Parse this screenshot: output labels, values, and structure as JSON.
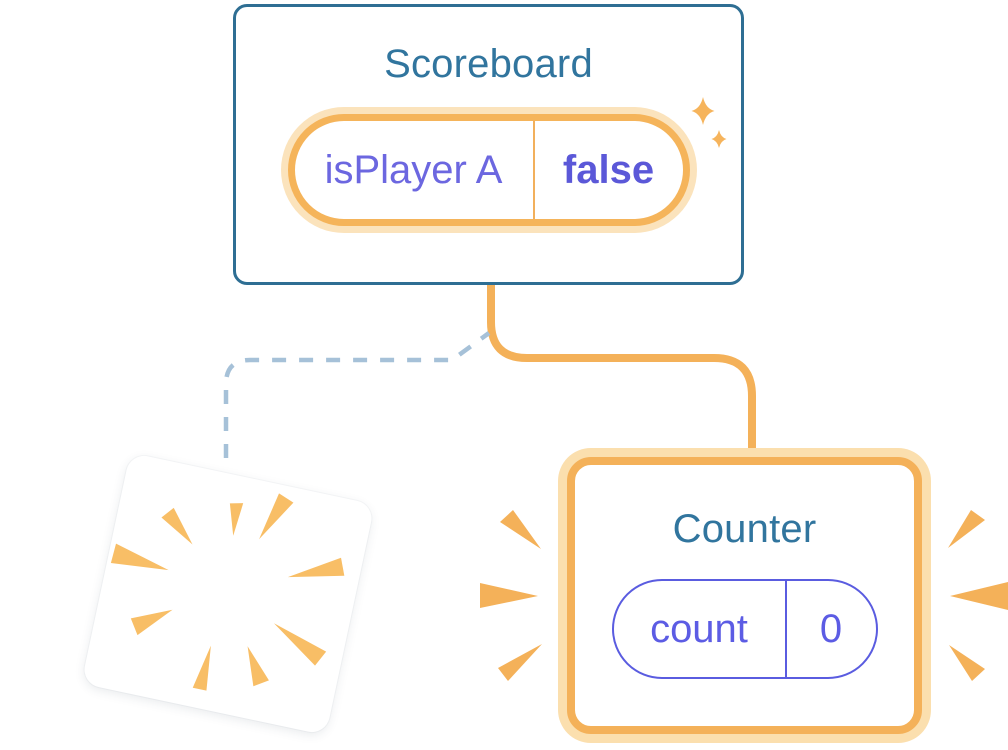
{
  "scoreboard_card": {
    "title": "Scoreboard",
    "state_pill": {
      "label": "isPlayer A",
      "value": "false"
    }
  },
  "counter_card": {
    "title": "Counter",
    "state_pill": {
      "label": "count",
      "value": "0"
    }
  },
  "icons": {
    "sparkles": "sparkles-icon",
    "burst": "burst-icon",
    "emphasis_left": "emphasis-rays-left-icon",
    "emphasis_right": "emphasis-rays-right-icon"
  },
  "colors": {
    "card_border_blue": "#2E6E93",
    "title_blue": "#31759E",
    "state_pill_orange": "#F5B45A",
    "state_pill_glow": "#FBE3BC",
    "connector_orange": "#F4B159",
    "connector_removed_dash_blue": "#A6C1D8",
    "counter_pill_purple": "#5A5CE0",
    "state_label_purple": "#6C67E0",
    "state_value_purple": "#5B58D8",
    "burst_orange": "#F8BE66"
  }
}
